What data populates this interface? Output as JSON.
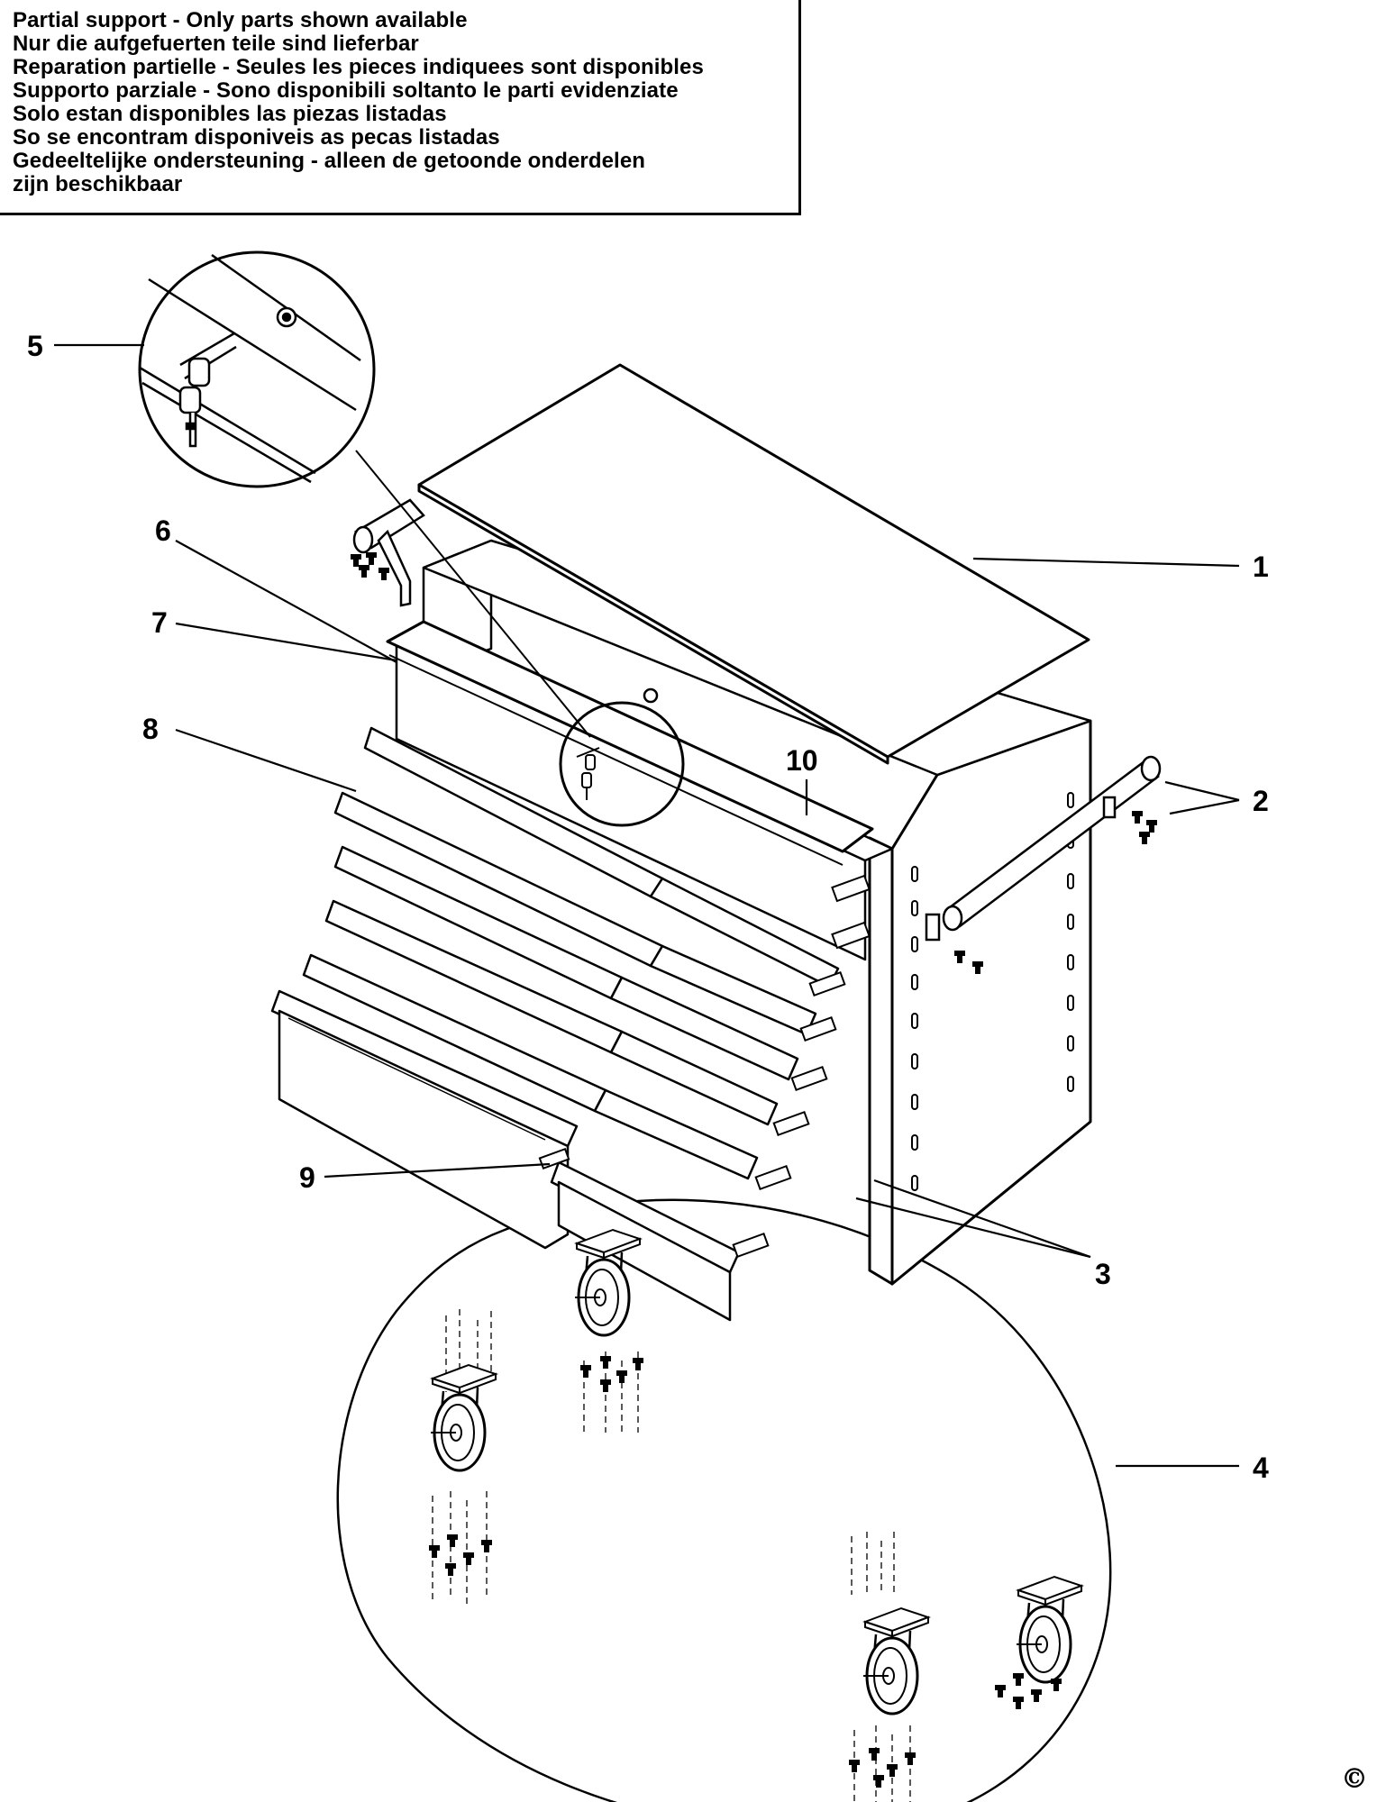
{
  "notice": {
    "lines": [
      "Partial support - Only parts shown available",
      "Nur die aufgefuerten teile sind lieferbar",
      "Reparation partielle - Seules les pieces indiquees sont disponibles",
      "Supporto parziale - Sono disponibili soltanto le parti evidenziate",
      "Solo estan disponibles las piezas listadas",
      "So se encontram disponiveis as pecas listadas",
      "Gedeeltelijke ondersteuning - alleen de getoonde onderdelen",
      "zijn beschikbaar"
    ]
  },
  "callouts": {
    "c1": "1",
    "c2": "2",
    "c3": "3",
    "c4": "4",
    "c5": "5",
    "c6": "6",
    "c7": "7",
    "c8": "8",
    "c9": "9",
    "c10": "10"
  },
  "copyright": "©",
  "icons": {
    "key": "key-lock-icon",
    "castor": "castor-wheel-icon"
  }
}
